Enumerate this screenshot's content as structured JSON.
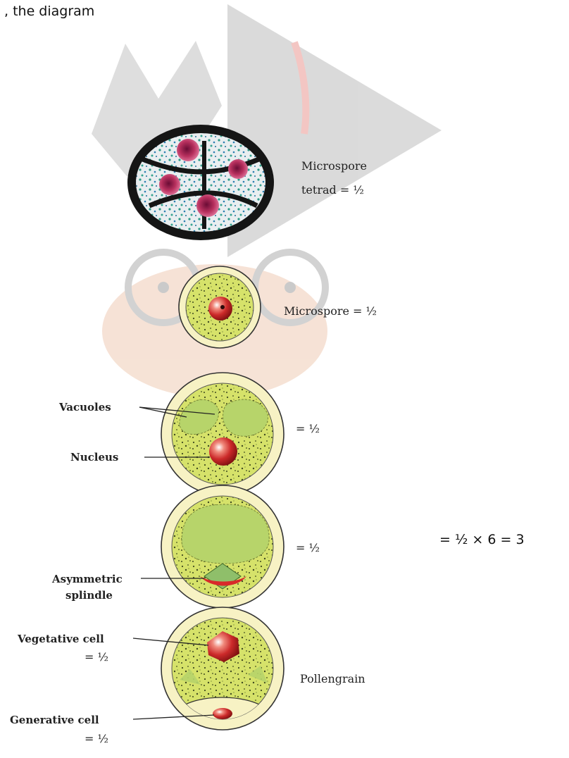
{
  "header_fragment": ", the diagram",
  "stages": {
    "tetrad": {
      "label_line1": "Microspore",
      "label_line2": "tetrad = ½"
    },
    "microspore": {
      "label": "Microspore = ½"
    },
    "vacuolate": {
      "score": "= ½",
      "vacuoles_label": "Vacuoles",
      "nucleus_label": "Nucleus"
    },
    "mitosis": {
      "score": "= ½",
      "spindle_line1": "Asymmetric",
      "spindle_line2": "splindle"
    },
    "pollen": {
      "label": "Pollengrain",
      "vegetative_line1": "Vegetative cell",
      "vegetative_line2": "= ½",
      "generative_line1": "Generative cell",
      "generative_line2": "= ½"
    }
  },
  "total": "= ½ × 6 = 3",
  "colors": {
    "cytoplasm": "#d6e26a",
    "vacuole": "#b7d46a",
    "nucleus": "#cc2a2a",
    "wall": "#f7f2c4",
    "tetrad_wall": "#151515",
    "tetrad_nucleus": "#b8305e",
    "watermark_grey": "#d9d9d9",
    "watermark_red": "#f3c4c0",
    "watermark_skin": "#f6e1d4"
  }
}
